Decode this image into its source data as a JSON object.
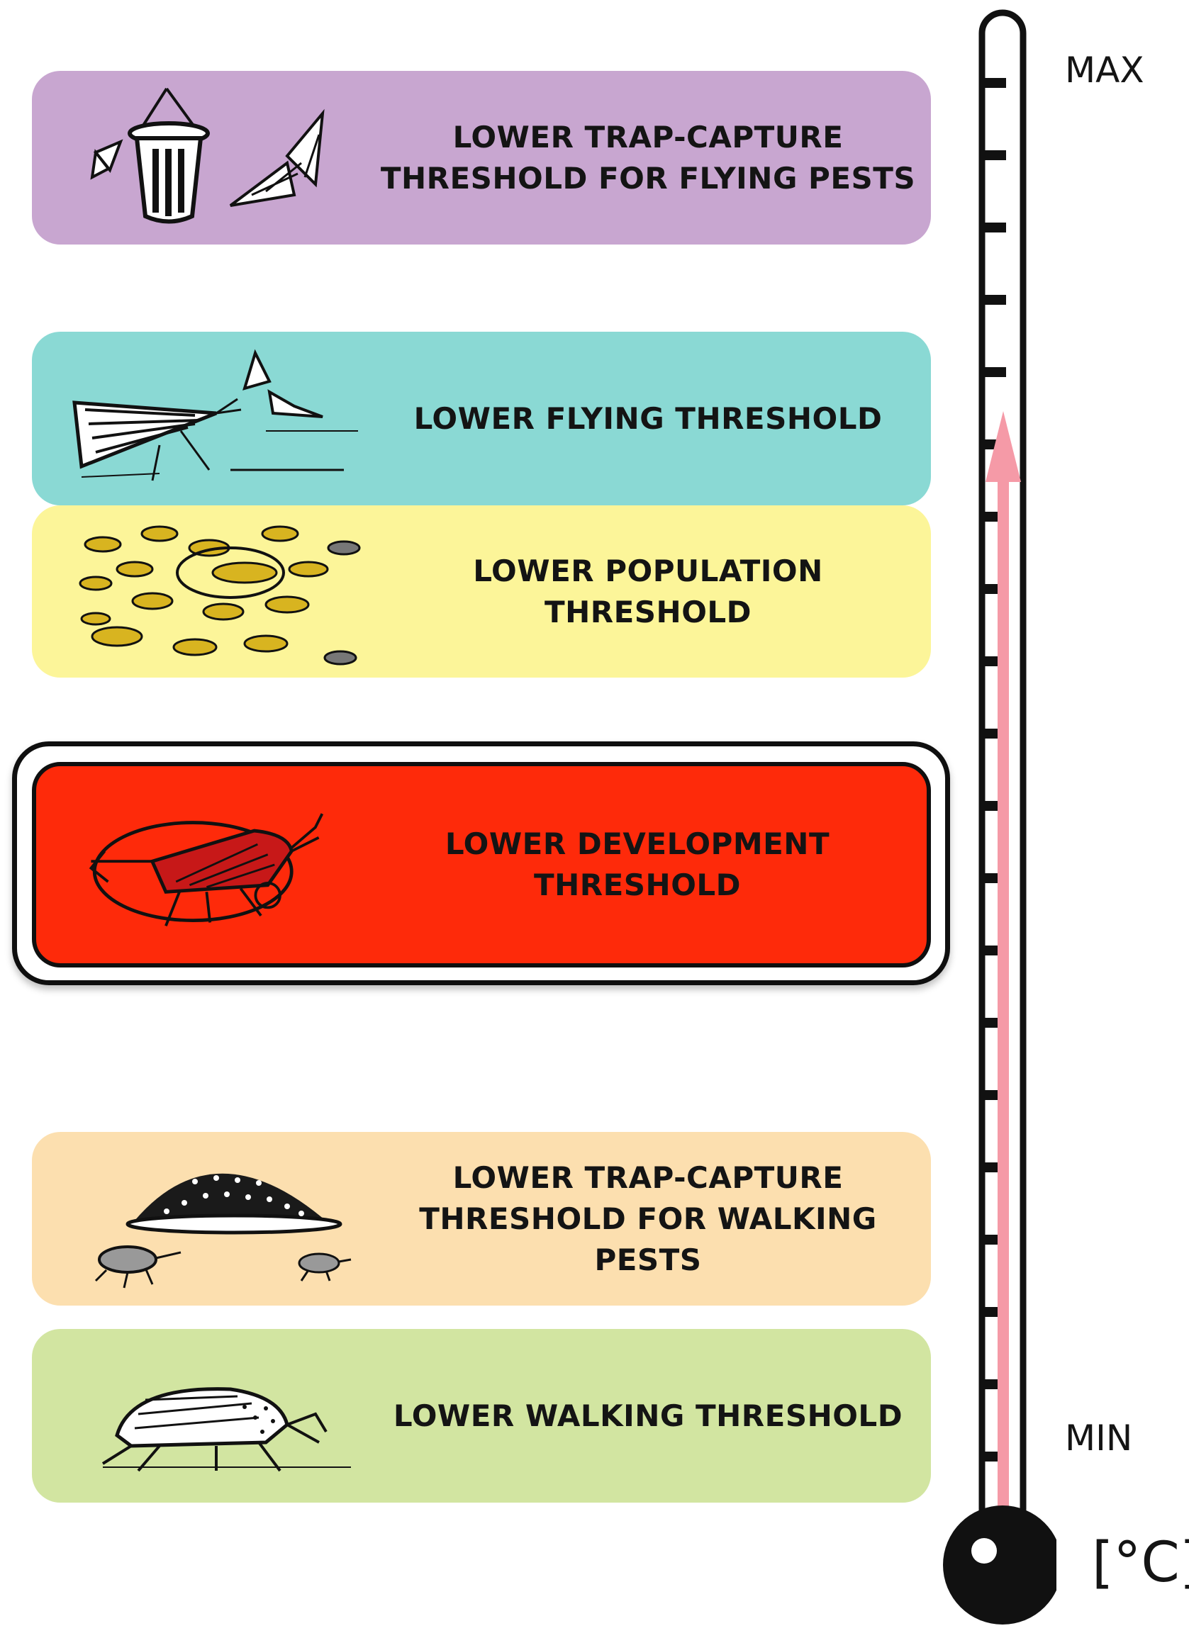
{
  "thresholds": [
    {
      "id": "b1",
      "lines": [
        "LOWER TRAP-CAPTURE",
        "THRESHOLD FOR FLYING PESTS"
      ],
      "color": "#c8a6d0",
      "icon": "trap-moths-icon"
    },
    {
      "id": "b2",
      "lines": [
        "LOWER FLYING THRESHOLD"
      ],
      "color": "#8ad9d4",
      "icon": "flying-moths-icon"
    },
    {
      "id": "b3",
      "lines": [
        "LOWER POPULATION",
        "THRESHOLD"
      ],
      "color": "#fcf599",
      "icon": "beetle-population-icon"
    },
    {
      "id": "b4",
      "lines": [
        "LOWER DEVELOPMENT",
        "THRESHOLD"
      ],
      "color": "#fe2a0a",
      "icon": "beetle-development-icon"
    },
    {
      "id": "b5",
      "lines": [
        "LOWER TRAP-CAPTURE",
        "THRESHOLD FOR WALKING PESTS"
      ],
      "color": "#fcdfaf",
      "icon": "ground-trap-beetles-icon"
    },
    {
      "id": "b6",
      "lines": [
        "LOWER WALKING THRESHOLD"
      ],
      "color": "#d2e5a1",
      "icon": "walking-weevil-icon"
    }
  ],
  "thermometer": {
    "max_label": "MAX",
    "min_label": "MIN",
    "unit_label": "[°C]",
    "arrow_color": "#f59aa7"
  }
}
